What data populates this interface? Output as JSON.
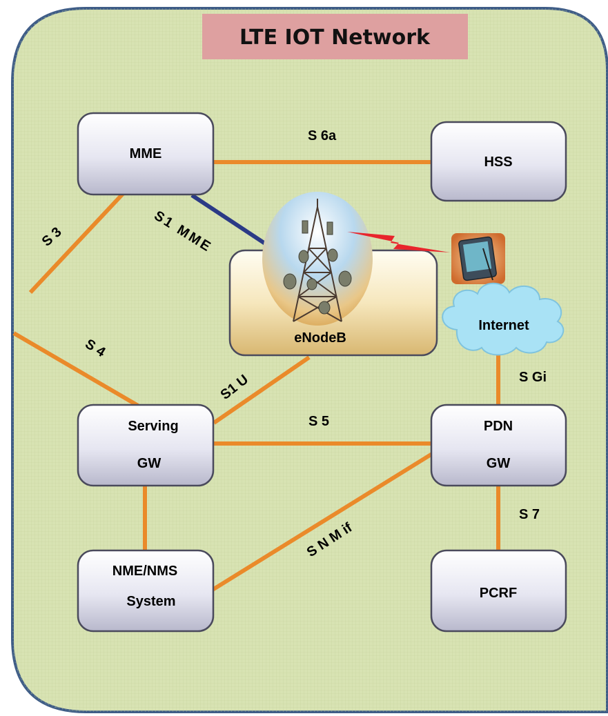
{
  "title": "LTE IOT Network",
  "colors": {
    "panel_fill": "#d8e3b3",
    "panel_border": "#3f5d87",
    "title_bg": "#dea0a0",
    "orange_link": "#ea8a2a",
    "blue_link": "#2b3a86",
    "radio_link": "#e8252c",
    "cloud_fill": "#a9e2f5"
  },
  "nodes": {
    "mme": "MME",
    "hss": "HSS",
    "enodeb": "eNodeB",
    "internet": "Internet",
    "serving_gw": {
      "line1": "Serving",
      "line2": "GW"
    },
    "pdn_gw": {
      "line1": "PDN",
      "line2": "GW"
    },
    "nme_nms": {
      "line1": "NME/NMS",
      "line2": "System"
    },
    "pcrf": "PCRF"
  },
  "links": {
    "s6a": "S 6a",
    "s1_mme": "S1 MME",
    "s3": "S 3",
    "s4": "S 4",
    "s1_u": "S1 U",
    "s5": "S 5",
    "sgi": "S Gi",
    "s7": "S 7",
    "snm_if": "S N M  if"
  },
  "icons": {
    "tower": "cell-tower-icon",
    "device": "handheld-device-icon",
    "cloud": "internet-cloud-icon"
  }
}
